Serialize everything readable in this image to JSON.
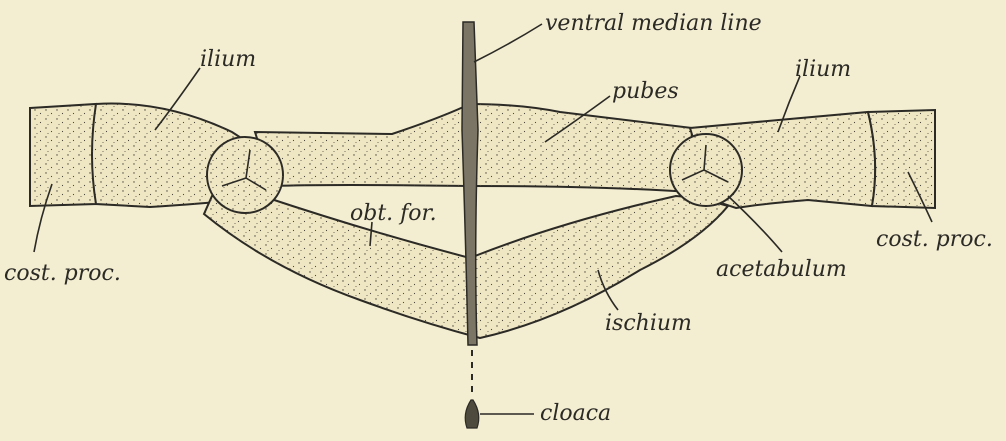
{
  "labels": {
    "ventral_median_line": "ventral median line",
    "ilium_left": "ilium",
    "ilium_right": "ilium",
    "pubes": "pubes",
    "obt_for": "obt. for.",
    "cost_proc_left": "cost. proc.",
    "cost_proc_right": "cost. proc.",
    "acetabulum": "acetabulum",
    "ischium": "ischium",
    "cloaca": "cloaca"
  },
  "colors": {
    "paper": "#f3edd2",
    "bone_fill": "#efe6c4",
    "ink": "#2b2a25"
  }
}
